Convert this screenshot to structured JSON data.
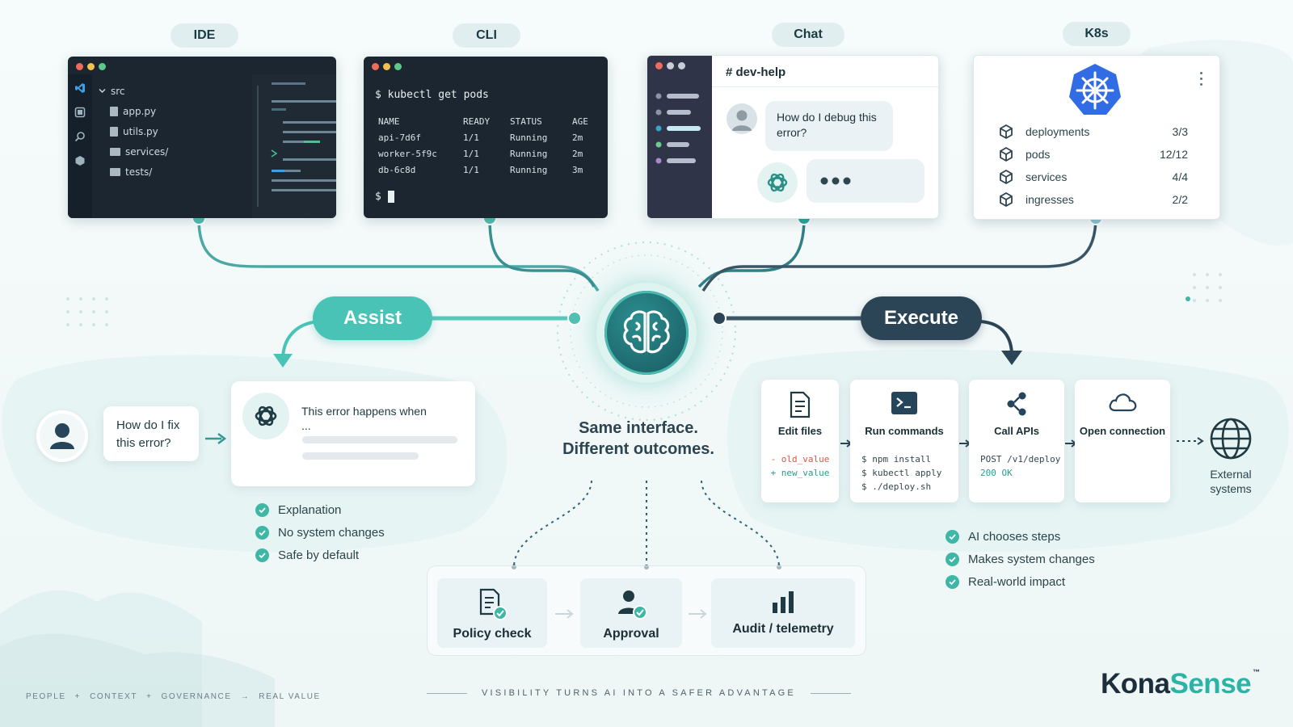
{
  "tags": {
    "ide": "IDE",
    "cli": "CLI",
    "chat": "Chat",
    "k8s": "K8s"
  },
  "ide": {
    "tree": [
      {
        "label": "src",
        "kind": "folder-open"
      },
      {
        "label": "app.py",
        "kind": "file"
      },
      {
        "label": "utils.py",
        "kind": "file"
      },
      {
        "label": "services/",
        "kind": "folder"
      },
      {
        "label": "tests/",
        "kind": "folder"
      }
    ]
  },
  "cli": {
    "command": "$ kubectl  get  pods",
    "headers": [
      "NAME",
      "READY",
      "STATUS",
      "AGE"
    ],
    "rows": [
      [
        "api-7d6f",
        "1/1",
        "Running",
        "2m"
      ],
      [
        "worker-5f9c",
        "1/1",
        "Running",
        "2m"
      ],
      [
        "db-6c8d",
        "1/1",
        "Running",
        "3m"
      ]
    ],
    "prompt": "$"
  },
  "chat": {
    "channel": "# dev-help",
    "question": "How do I debug this error?"
  },
  "k8s": {
    "resources": [
      {
        "name": "deployments",
        "count": "3/3"
      },
      {
        "name": "pods",
        "count": "12/12"
      },
      {
        "name": "services",
        "count": "4/4"
      },
      {
        "name": "ingresses",
        "count": "2/2"
      }
    ]
  },
  "modes": {
    "assist": "Assist",
    "execute": "Execute"
  },
  "center": {
    "line1": "Same interface.",
    "line2": "Different outcomes."
  },
  "assist": {
    "question": "How do I fix this error?",
    "answer": "This error happens when ...",
    "bullets": [
      "Explanation",
      "No system changes",
      "Safe by default"
    ]
  },
  "execute": {
    "steps": [
      {
        "title": "Edit files",
        "icon": "document-icon"
      },
      {
        "title": "Run commands",
        "icon": "terminal-icon"
      },
      {
        "title": "Call APIs",
        "icon": "share-icon"
      },
      {
        "title": "Open connection",
        "icon": "cloud-icon"
      }
    ],
    "edit_lines": [
      "- old_value",
      "+ new_value"
    ],
    "run_lines": [
      "$ npm install",
      "$ kubectl apply",
      "$ ./deploy.sh"
    ],
    "api_lines": [
      "POST /v1/deploy",
      "200 OK"
    ],
    "external": "External systems",
    "bullets": [
      "AI chooses steps",
      "Makes system changes",
      "Real-world impact"
    ]
  },
  "governance": {
    "steps": [
      "Policy check",
      "Approval",
      "Audit / telemetry"
    ]
  },
  "footer": {
    "left": [
      "PEOPLE",
      "+",
      "CONTEXT",
      "+",
      "GOVERNANCE",
      "→",
      "REAL VALUE"
    ],
    "tagline": "VISIBILITY TURNS AI INTO A SAFER ADVANTAGE",
    "brand_a": "Kona",
    "brand_b": "Sense",
    "brand_tm": "™"
  },
  "colors": {
    "teal": "#3fb7a6",
    "navy": "#2c4556",
    "dark_panel": "#1b2631"
  }
}
